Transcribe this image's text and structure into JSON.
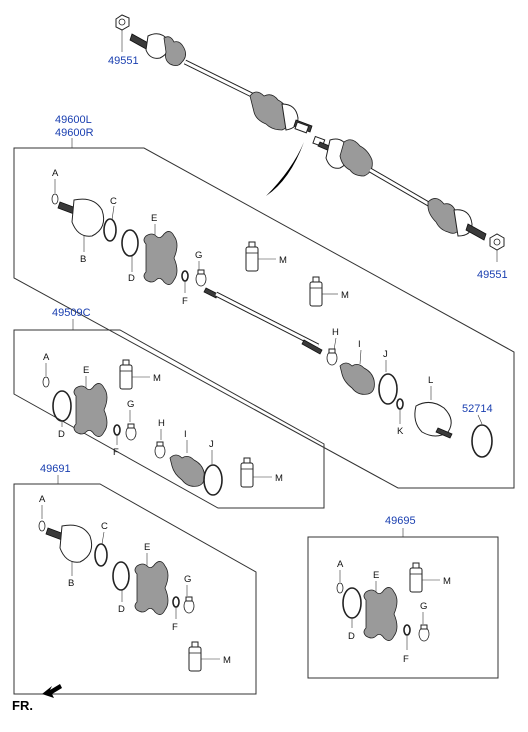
{
  "header": {
    "top_left_ref": "49551",
    "top_right_ref": "49551"
  },
  "groups": [
    {
      "title_line1": "49600L",
      "title_line2": "49600R",
      "letters": {
        "A": "A",
        "B": "B",
        "C": "C",
        "D": "D",
        "E": "E",
        "F": "F",
        "G": "G",
        "M1": "M",
        "M2": "M",
        "H": "H",
        "I": "I",
        "J": "J",
        "K": "K",
        "L": "L"
      },
      "extra_ref": "52714"
    },
    {
      "title": "49509C",
      "letters": {
        "A": "A",
        "D": "D",
        "E": "E",
        "F": "F",
        "G": "G",
        "M1": "M",
        "H": "H",
        "I": "I",
        "J": "J",
        "M2": "M"
      }
    },
    {
      "title": "49691",
      "letters": {
        "A": "A",
        "B": "B",
        "C": "C",
        "D": "D",
        "E": "E",
        "F": "F",
        "G": "G",
        "M": "M"
      }
    },
    {
      "title": "49695",
      "letters": {
        "A": "A",
        "D": "D",
        "E": "E",
        "F": "F",
        "G": "G",
        "M": "M"
      }
    }
  ],
  "footer": {
    "direction_label": "FR."
  }
}
